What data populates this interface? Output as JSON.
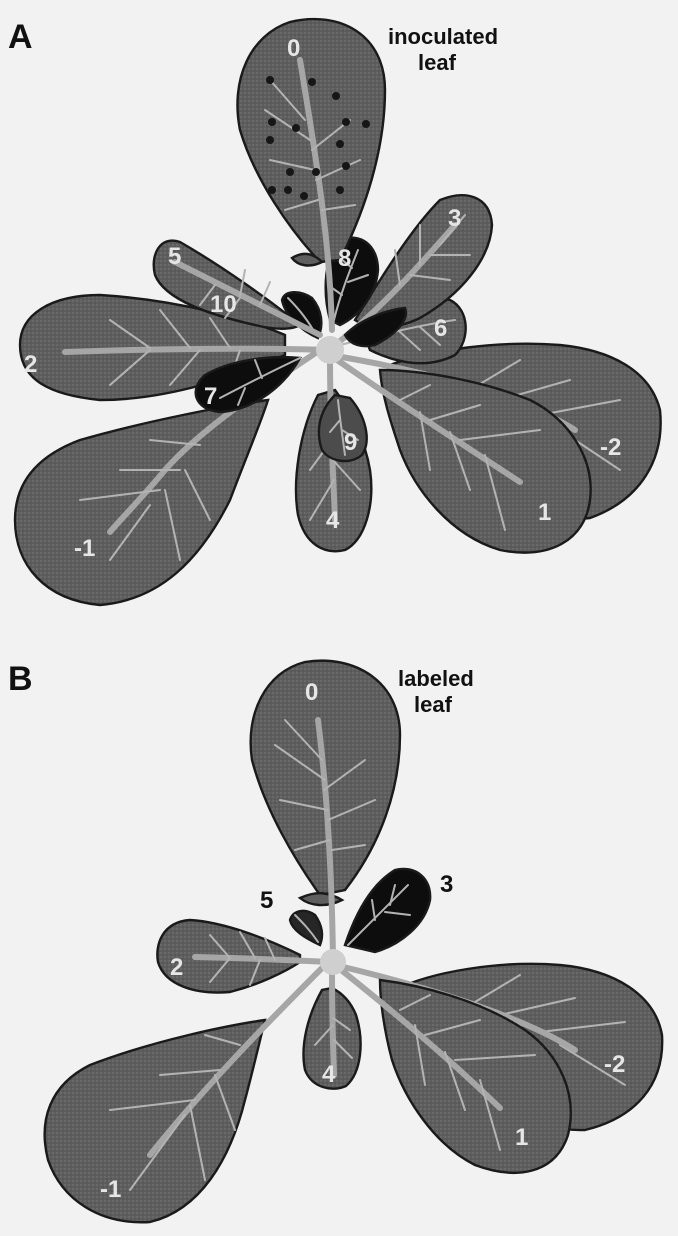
{
  "panel_a": {
    "letter": "A",
    "caption_line1": "inoculated",
    "caption_line2": "leaf",
    "leaf_numbers": [
      "0",
      "3",
      "5",
      "8",
      "10",
      "6",
      "2",
      "7",
      "9",
      "-2",
      "4",
      "1",
      "-1"
    ]
  },
  "panel_b": {
    "letter": "B",
    "caption_line1": "labeled",
    "caption_line2": "leaf",
    "leaf_numbers": [
      "0",
      "3",
      "5",
      "2",
      "4",
      "1",
      "-2",
      "-1"
    ]
  },
  "colors": {
    "background": "#f2f2f2",
    "mature_leaf": "#5e5e5e",
    "young_leaf": "#0d0d0d",
    "vein": "#b3b3b3",
    "outline": "#1a1a1a"
  }
}
